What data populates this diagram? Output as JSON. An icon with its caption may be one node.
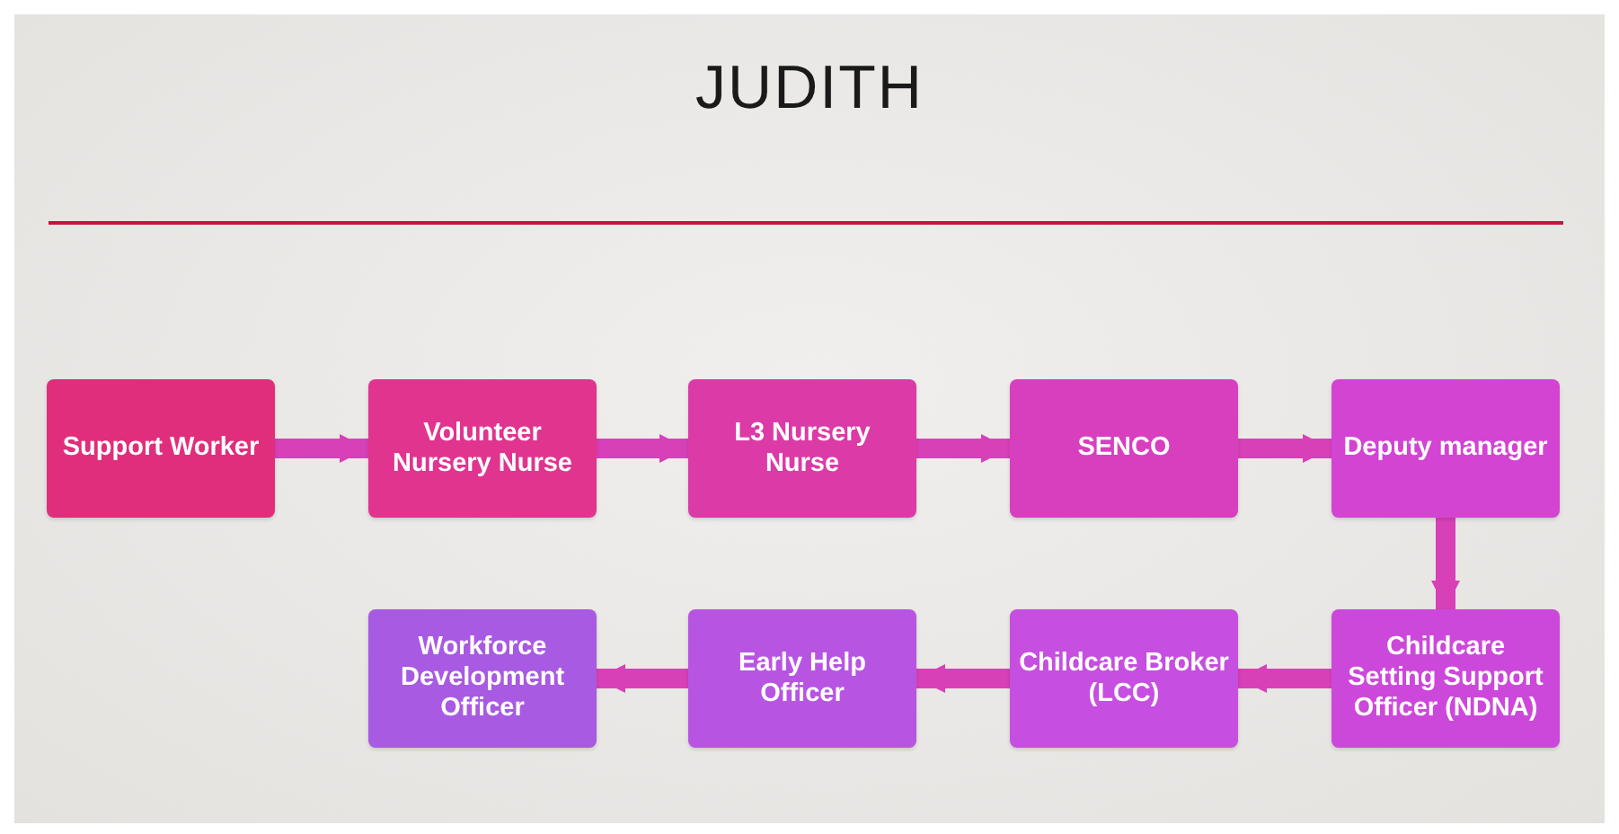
{
  "diagram": {
    "title": "JUDITH",
    "nodes": [
      {
        "text": [
          "Support Worker"
        ]
      },
      {
        "text": [
          "Volunteer Nursery Nurse"
        ]
      },
      {
        "text": [
          "L3 Nursery Nurse"
        ]
      },
      {
        "text": [
          "SENCO"
        ]
      },
      {
        "text": [
          "Deputy manager"
        ]
      },
      {
        "text": [
          "Childcare Setting Support Officer (NDNA)"
        ]
      },
      {
        "text": [
          "Childcare Broker (LCC)"
        ]
      },
      {
        "text": [
          "Early Help Officer"
        ]
      },
      {
        "text": [
          "Workforce Development Officer"
        ]
      }
    ],
    "edges": [
      {
        "from": 0,
        "to": 1,
        "arrow": "to"
      },
      {
        "from": 1,
        "to": 2,
        "arrow": "to"
      },
      {
        "from": 2,
        "to": 3,
        "arrow": "to"
      },
      {
        "from": 3,
        "to": 4,
        "arrow": "to"
      },
      {
        "from": 4,
        "to": 5,
        "arrow": "to"
      },
      {
        "from": 5,
        "to": 6,
        "arrow": "to"
      },
      {
        "from": 6,
        "to": 7,
        "arrow": "to"
      },
      {
        "from": 7,
        "to": 8,
        "arrow": "to"
      }
    ]
  }
}
